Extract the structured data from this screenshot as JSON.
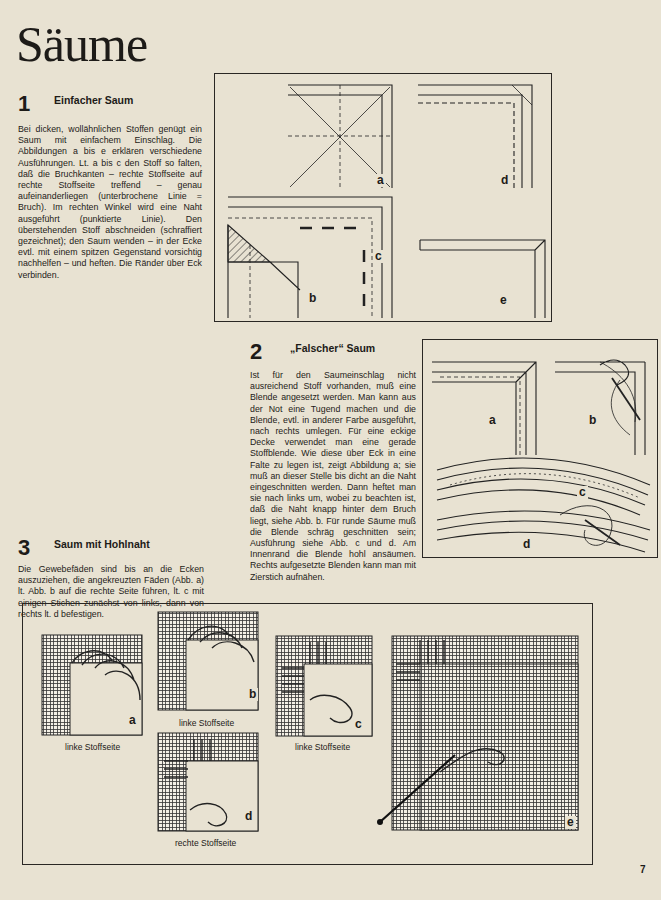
{
  "diagram": {
    "title": "Säume",
    "nodes": [
      {
        "text": [
          "a",
          "d",
          "c",
          "b",
          "e"
        ]
      },
      {
        "text": [
          "a",
          "b",
          "c",
          "d"
        ]
      },
      {
        "text": [
          "a",
          "b",
          "linke Stoffseite",
          "linke Stoffseite",
          "c",
          "linke Stoffseite",
          "d",
          "rechte Stoffseite",
          "e"
        ]
      }
    ],
    "edges": [],
    "labels": [
      "1",
      "Einfacher Saum",
      "Bei dicken, wollähnlichen Stoffen genügt ein Saum mit einfachem Einschlag. Die Abbildungen a bis e erklären verschiedene Ausführungen. Lt. a bis c den Stoff so falten, daß die Bruchkanten – rechte Stoffseite auf rechte Stoffseite treffend – genau aufeinanderliegen (unterbrochene Linie = Bruch). Im rechten Winkel wird eine Naht ausgeführt (punktierte Linie). Den überstehenden Stoff abschneiden (schraffiert gezeichnet); den Saum wenden – in der Ecke evtl. mit einem spitzen Gegenstand vorsichtig nachhelfen – und heften. Die Ränder über Eck verbinden.",
      "2",
      "„Falscher“ Saum",
      "Ist für den Saumeinschlag nicht ausreichend Stoff vorhanden, muß eine Blende angesetzt werden. Man kann aus der Not eine Tugend machen und die Blende, evtl. in anderer Farbe ausgeführt, nach rechts umlegen. Für eine eckige Decke verwendet man eine gerade Stoffblende. Wie diese über Eck in eine Falte zu legen ist, zeigt Abbildung a; sie muß an dieser Stelle bis dicht an die Naht eingeschnitten werden. Dann heftet man sie nach links um, wobei zu beachten ist, daß die Naht knapp hinter dem Bruch liegt, siehe Abb. b. Für runde Säume muß die Blende schräg geschnitten sein; Ausführung siehe Abb. c und d. Am Innenrand die Blende hohl ansäumen. Rechts aufgesetzte Blenden kann man mit Zierstich aufnähen.",
      "3",
      "Saum mit Hohlnaht",
      "Die Gewebefäden sind bis an die Ecken auszuziehen, die angekreuzten Fäden (Abb. a) lt. Abb. b auf die rechte Seite führen, lt. c mit einigen Stichen zunächst von links, dann von rechts lt. d befestigen.",
      "7"
    ]
  }
}
